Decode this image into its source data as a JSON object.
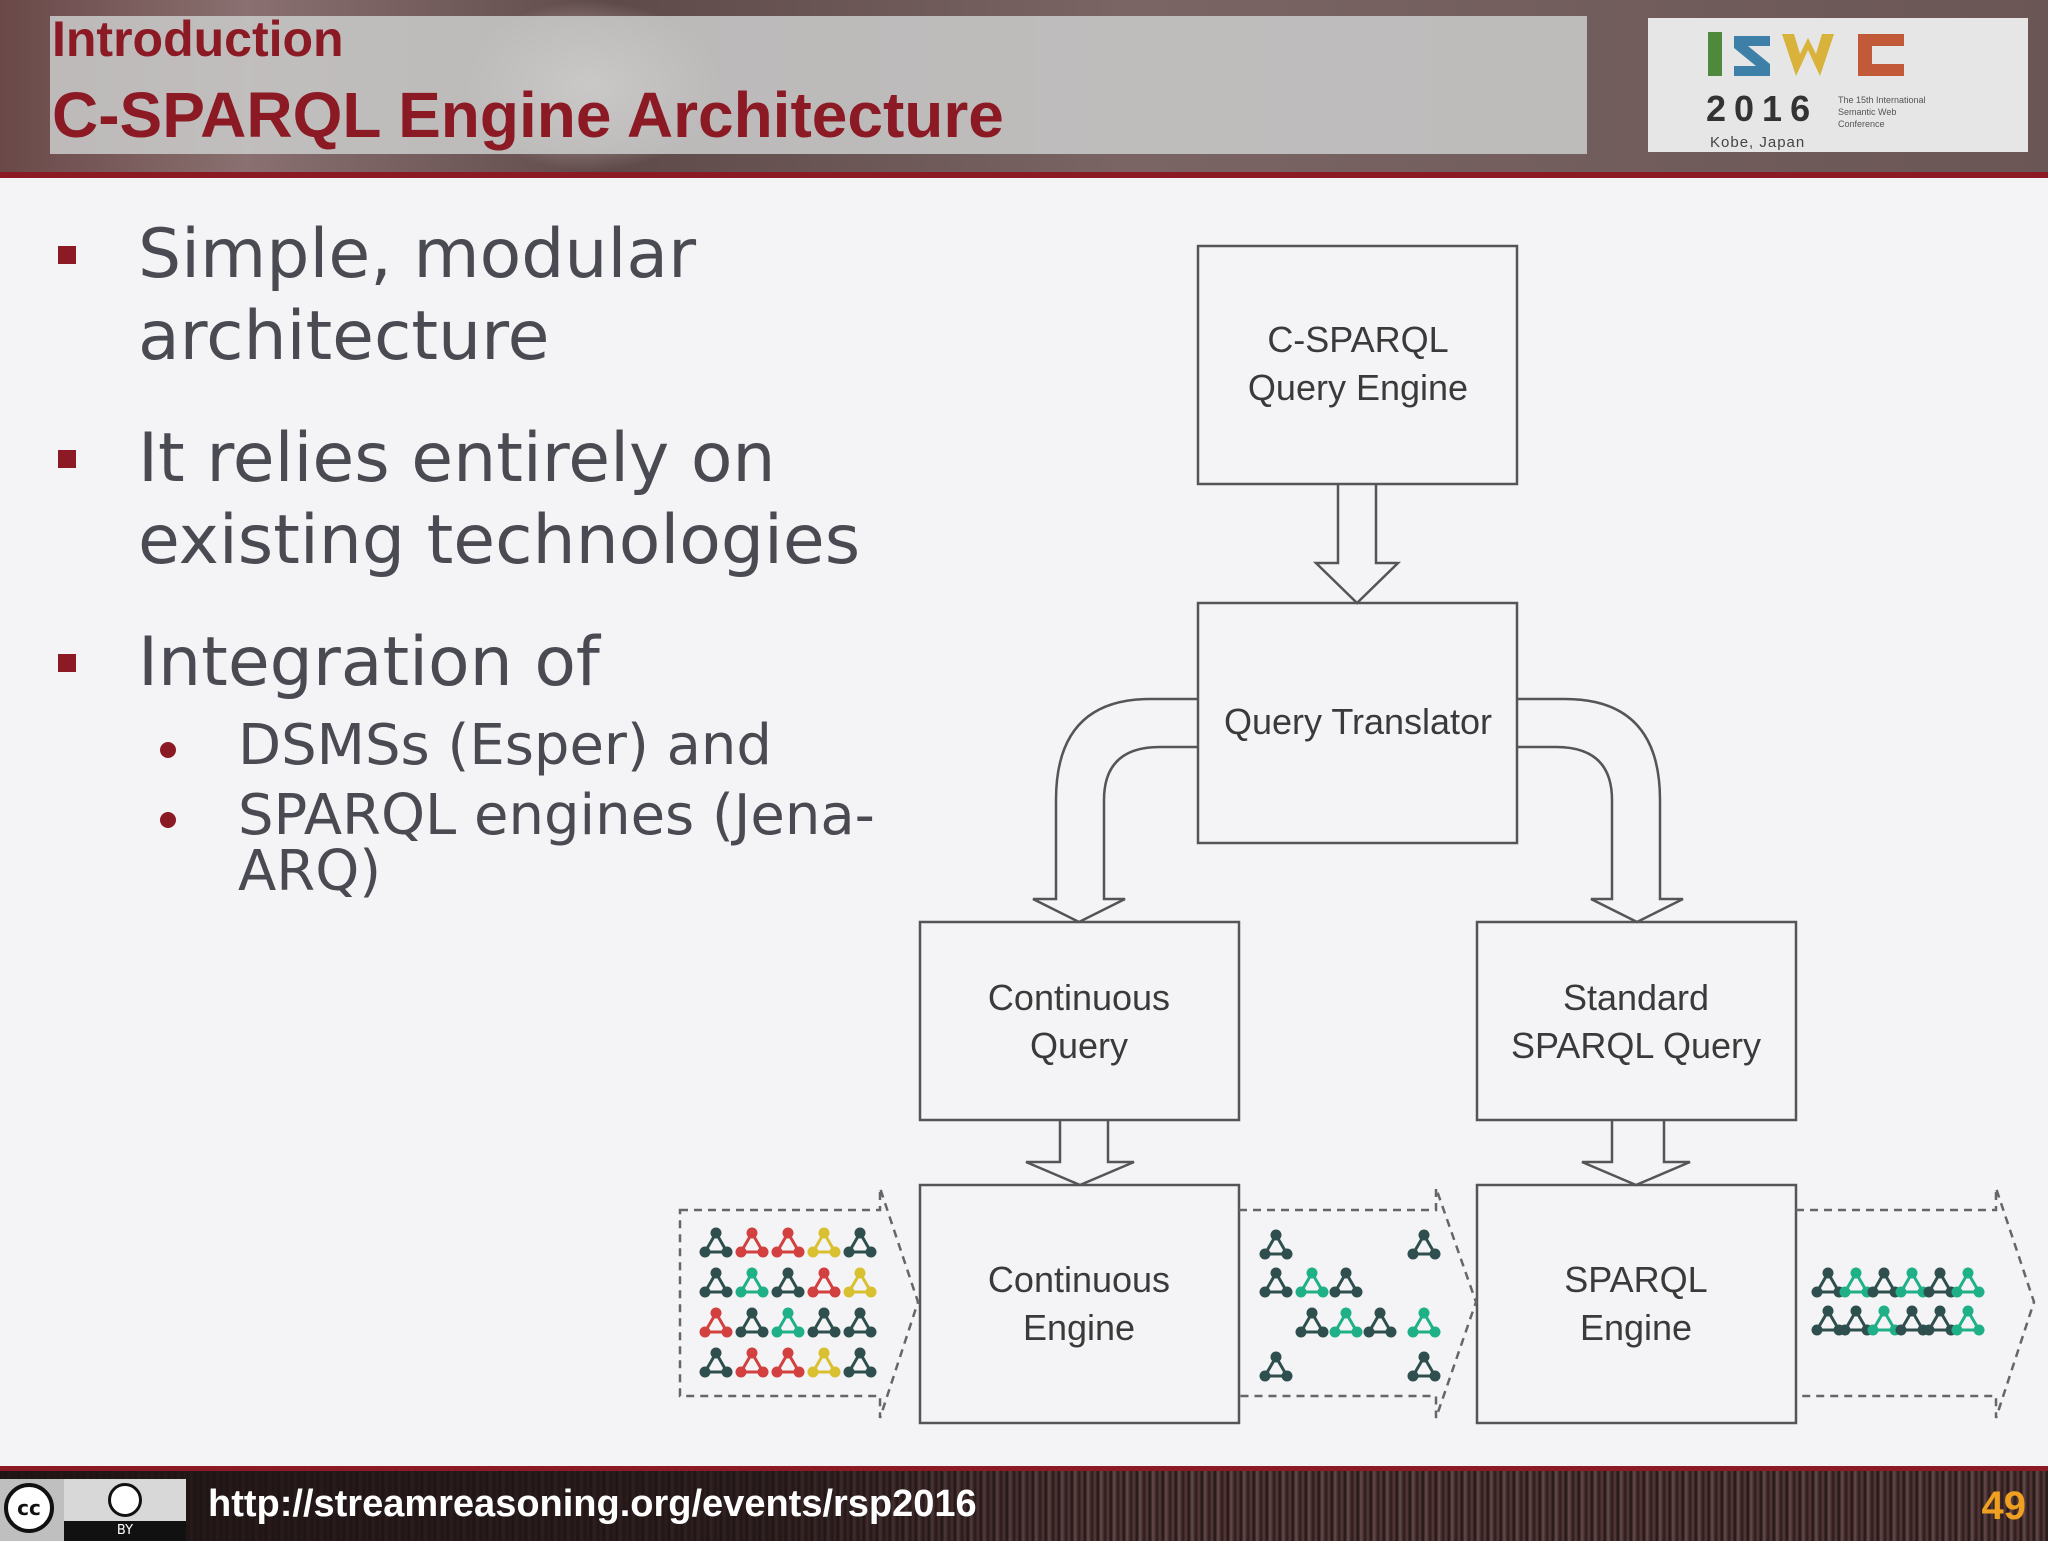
{
  "header": {
    "section": "Introduction",
    "title": "C-SPARQL Engine Architecture",
    "logo": {
      "letters": "ISWC",
      "year": "2016",
      "place": "Kobe, Japan",
      "tagline": "The 15th International Semantic Web Conference"
    }
  },
  "bullets": [
    {
      "text": "Simple, modular architecture",
      "lines": [
        "Simple, modular",
        "architecture"
      ]
    },
    {
      "text": "It relies entirely on existing technologies",
      "lines": [
        "It relies entirely on",
        "existing technologies"
      ]
    },
    {
      "text": "Integration of",
      "sub": [
        {
          "text": "DSMSs (Esper) and"
        },
        {
          "text": "SPARQL engines (Jena-ARQ)",
          "lines": [
            "SPARQL engines (Jena-",
            "ARQ)"
          ]
        }
      ]
    }
  ],
  "diagram": {
    "query_engine": [
      "C-SPARQL",
      "Query Engine"
    ],
    "translator": [
      "Query Translator"
    ],
    "continuous_query": [
      "Continuous",
      "Query"
    ],
    "standard_query": [
      "Standard",
      "SPARQL Query"
    ],
    "continuous_engine": [
      "Continuous",
      "Engine"
    ],
    "sparql_engine": [
      "SPARQL",
      "Engine"
    ],
    "colors": {
      "dark": "#2f4f4f",
      "red": "#d24040",
      "yellow": "#d8c030",
      "teal": "#20b088"
    }
  },
  "footer": {
    "license": "cc",
    "license_by": "BY",
    "url": "http://streamreasoning.org/events/rsp2016",
    "page": "49"
  }
}
